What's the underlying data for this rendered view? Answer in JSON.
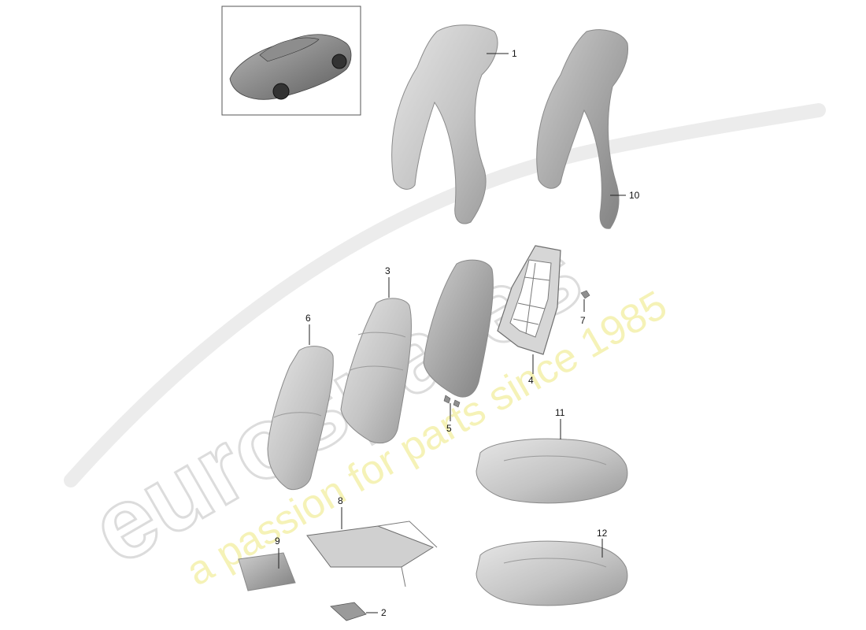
{
  "watermark": {
    "brand": "eurospares",
    "tagline": "a passion for parts since 1985"
  },
  "callouts": [
    {
      "id": "1",
      "label": "1"
    },
    {
      "id": "2",
      "label": "2"
    },
    {
      "id": "3",
      "label": "3"
    },
    {
      "id": "4",
      "label": "4"
    },
    {
      "id": "5",
      "label": "5"
    },
    {
      "id": "6",
      "label": "6"
    },
    {
      "id": "7",
      "label": "7"
    },
    {
      "id": "8",
      "label": "8"
    },
    {
      "id": "9",
      "label": "9"
    },
    {
      "id": "10",
      "label": "10"
    },
    {
      "id": "11",
      "label": "11"
    },
    {
      "id": "12",
      "label": "12"
    }
  ],
  "colors": {
    "part_fill": "#cfcfcf",
    "part_shadow": "#9e9e9e",
    "part_highlight": "#ececec",
    "watermark_grey": "#dcdcdc",
    "watermark_yellow": "#f3f0a6"
  }
}
